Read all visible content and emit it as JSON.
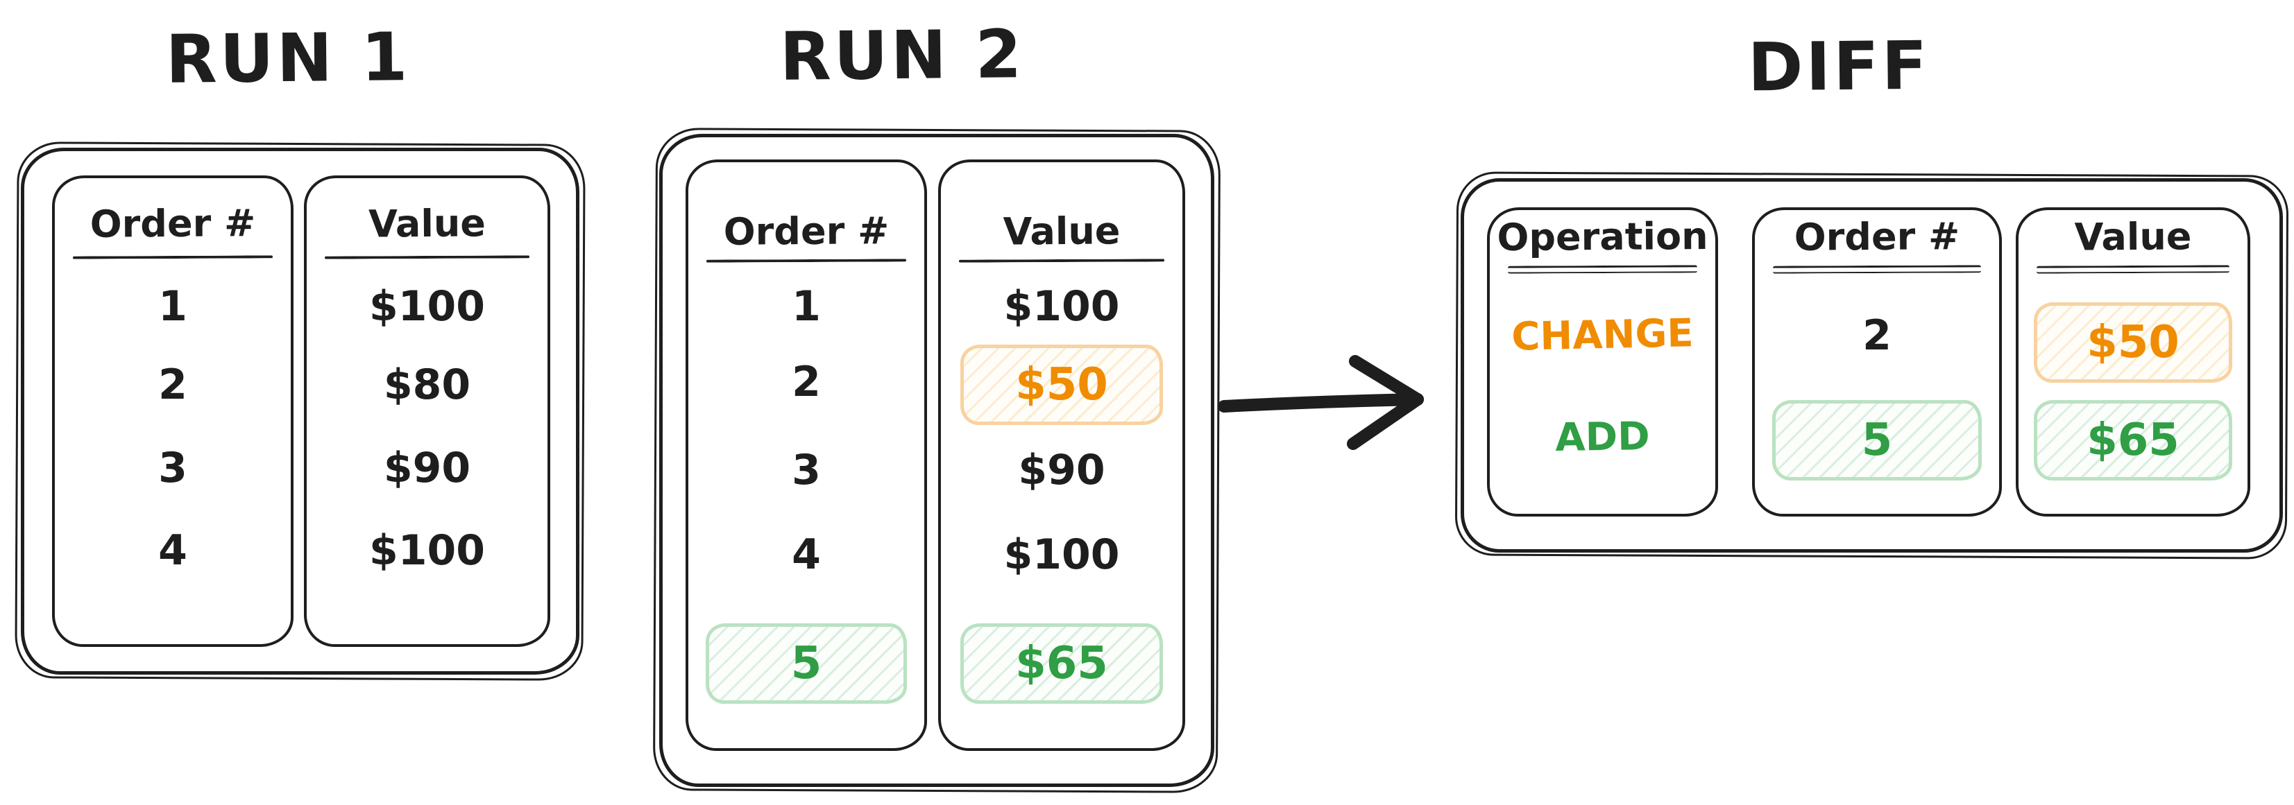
{
  "colors": {
    "ink": "#1e1e1e",
    "orange": "#f08c00",
    "green": "#2f9e44",
    "orange_box_border": "#f8d2a0",
    "green_box_border": "#bae2c1",
    "background": "#ffffff"
  },
  "run1": {
    "title": "RUN 1",
    "columns": [
      {
        "header": "Order #",
        "cells": [
          {
            "text": "1"
          },
          {
            "text": "2"
          },
          {
            "text": "3"
          },
          {
            "text": "4"
          }
        ]
      },
      {
        "header": "Value",
        "cells": [
          {
            "text": "$100"
          },
          {
            "text": "$80"
          },
          {
            "text": "$90"
          },
          {
            "text": "$100"
          }
        ]
      }
    ]
  },
  "run2": {
    "title": "RUN 2",
    "columns": [
      {
        "header": "Order #",
        "cells": [
          {
            "text": "1"
          },
          {
            "text": "2"
          },
          {
            "text": "3"
          },
          {
            "text": "4"
          },
          {
            "text": "5",
            "highlight": "green"
          }
        ]
      },
      {
        "header": "Value",
        "cells": [
          {
            "text": "$100"
          },
          {
            "text": "$50",
            "highlight": "orange"
          },
          {
            "text": "$90"
          },
          {
            "text": "$100"
          },
          {
            "text": "$65",
            "highlight": "green"
          }
        ]
      }
    ]
  },
  "diff": {
    "title": "DIFF",
    "columns": [
      {
        "header": "Operation",
        "cells": [
          {
            "text": "CHANGE",
            "color": "orange"
          },
          {
            "text": "ADD",
            "color": "green"
          }
        ]
      },
      {
        "header": "Order #",
        "cells": [
          {
            "text": "2"
          },
          {
            "text": "5",
            "highlight": "green"
          }
        ]
      },
      {
        "header": "Value",
        "cells": [
          {
            "text": "$50",
            "highlight": "orange"
          },
          {
            "text": "$65",
            "highlight": "green"
          }
        ]
      }
    ]
  },
  "arrow": {
    "icon": "arrow-right"
  }
}
